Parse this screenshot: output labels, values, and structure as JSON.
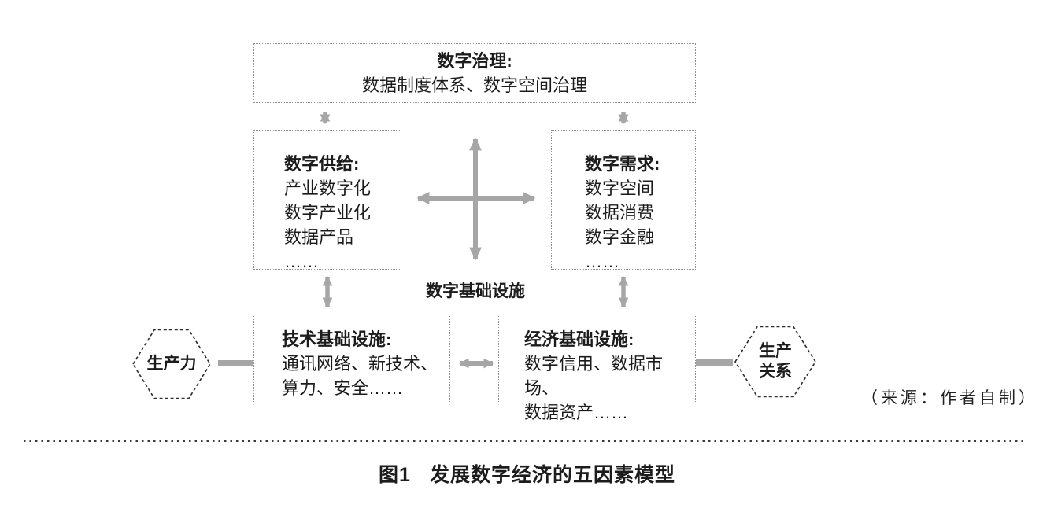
{
  "figure": {
    "governance_box": {
      "title": "数字治理:",
      "body": "数据制度体系、数字空间治理"
    },
    "supply_box": {
      "title": "数字供给:",
      "items": [
        "产业数字化",
        "数字产业化",
        "数据产品",
        "……"
      ]
    },
    "demand_box": {
      "title": "数字需求:",
      "items": [
        "数字空间",
        "数据消费",
        "数字金融",
        "……"
      ]
    },
    "infrastructure_label": "数字基础设施",
    "tech_infra_box": {
      "title": "技术基础设施:",
      "lines": [
        "通讯网络、新技术、",
        "算力、安全……"
      ]
    },
    "econ_infra_box": {
      "title": "经济基础设施:",
      "lines": [
        "数字信用、数据市场、",
        "数据资产……"
      ]
    },
    "left_hexagon": {
      "label": "生产力"
    },
    "right_hexagon": {
      "lines": [
        "生产",
        "关系"
      ]
    },
    "source_note": "（来源：作者自制）",
    "caption": {
      "label": "图1",
      "title": "发展数字经济的五因素模型"
    },
    "colors": {
      "arrow": "#a6a6a6",
      "box_border": "#8f8f8f",
      "hex_border": "#2e2e2e",
      "text": "#1c1c1c"
    }
  }
}
